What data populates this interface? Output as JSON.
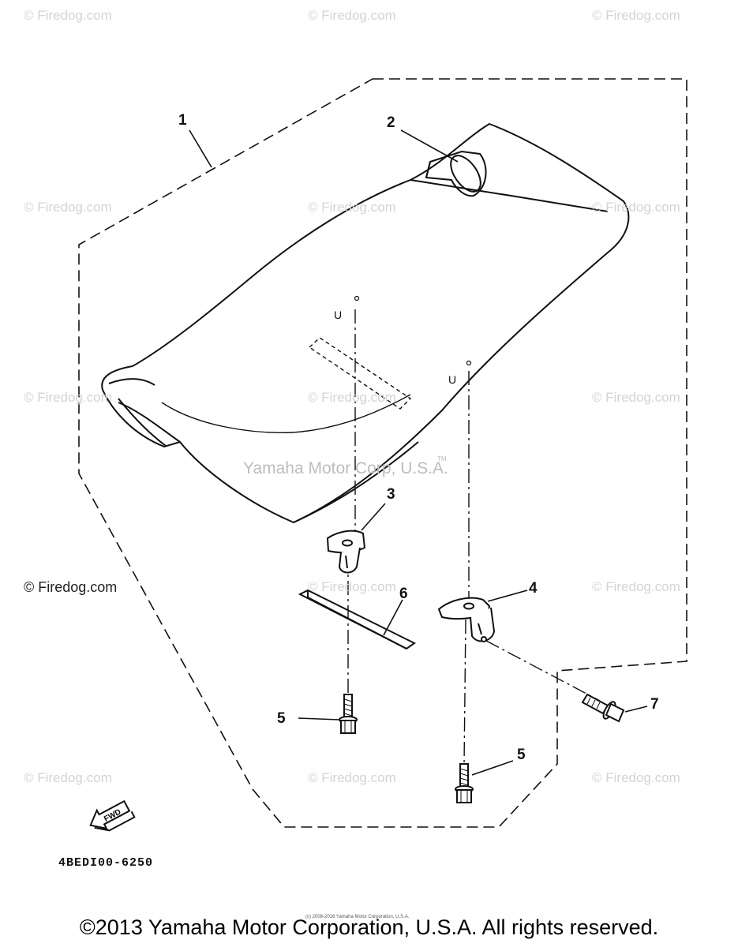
{
  "watermarks": {
    "firedog": "© Firedog.com",
    "yamaha_center": "Yamaha Motor Corp, U.S.A.",
    "tm": "TM"
  },
  "callouts": {
    "c1": "1",
    "c2": "2",
    "c3": "3",
    "c4": "4",
    "c5a": "5",
    "c5b": "5",
    "c6": "6",
    "c7": "7"
  },
  "fwd_label": "FWD",
  "drawing_code": "4BEDI00-6250",
  "tiny_note": "(c) 2008-2016 Yamaha Motor Corporation, U.S.A.",
  "copyright": "©2013 Yamaha Motor Corporation, U.S.A. All rights reserved.",
  "colors": {
    "ink": "#111111",
    "watermark": "#d4d4d4",
    "background": "#ffffff"
  }
}
